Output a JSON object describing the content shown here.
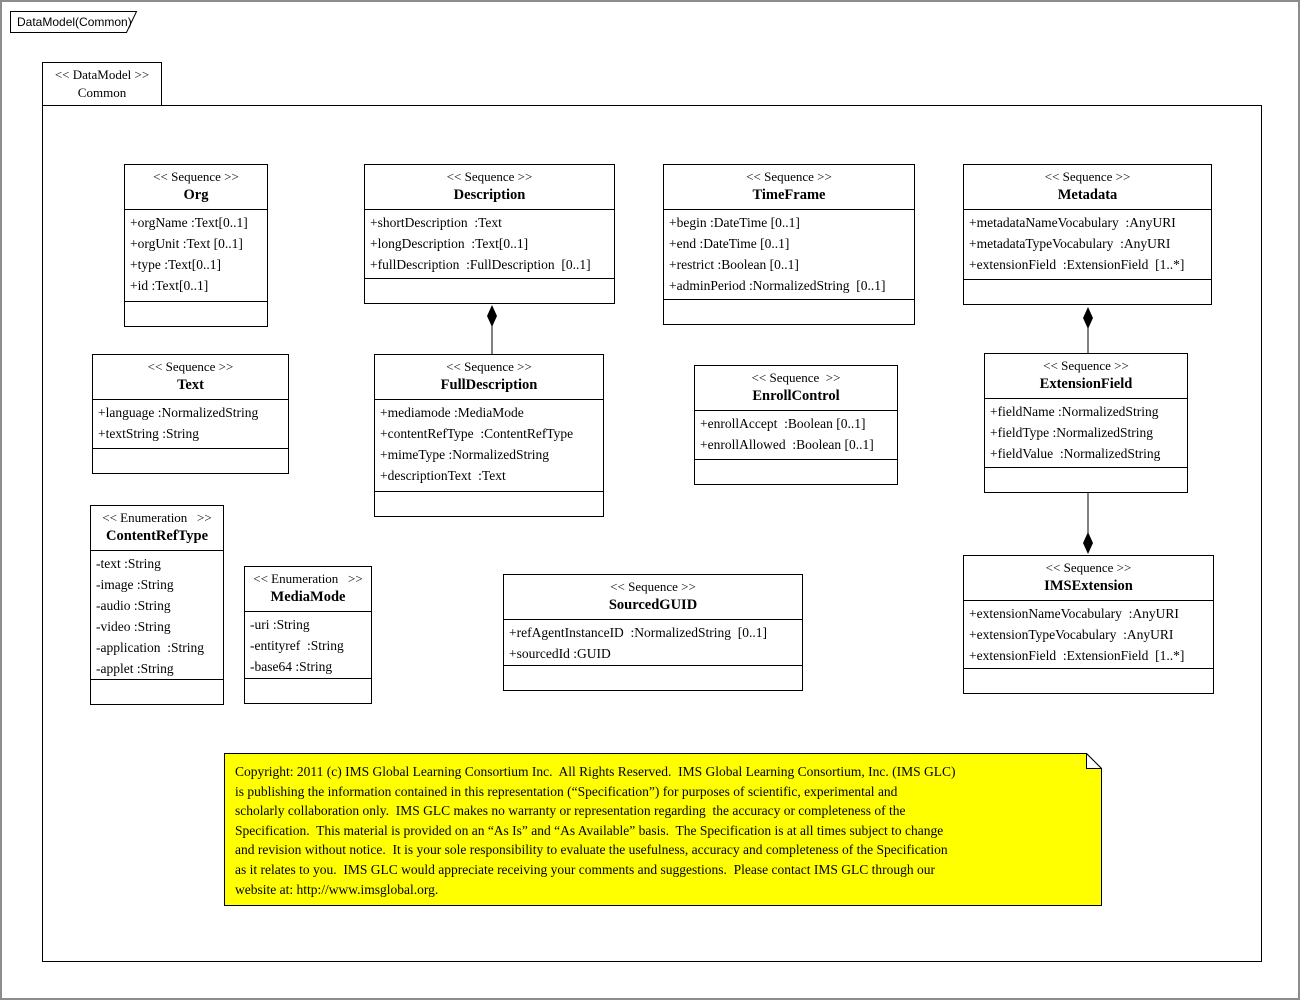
{
  "tab_label": "DataModel(Common)",
  "package": {
    "stereotype": "<< DataModel >>",
    "name": "Common"
  },
  "classes": {
    "org": {
      "stereotype": "<< Sequence >>",
      "name": "Org",
      "attributes": [
        "+orgName :Text[0..1]",
        "+orgUnit :Text [0..1]",
        "+type :Text[0..1]",
        "+id :Text[0..1]"
      ]
    },
    "description": {
      "stereotype": "<< Sequence >>",
      "name": "Description",
      "attributes": [
        "+shortDescription  :Text",
        "+longDescription  :Text[0..1]",
        "+fullDescription  :FullDescription  [0..1]"
      ]
    },
    "timeframe": {
      "stereotype": "<< Sequence >>",
      "name": "TimeFrame",
      "attributes": [
        "+begin :DateTime [0..1]",
        "+end :DateTime [0..1]",
        "+restrict :Boolean [0..1]",
        "+adminPeriod :NormalizedString  [0..1]"
      ]
    },
    "metadata": {
      "stereotype": "<< Sequence >>",
      "name": "Metadata",
      "attributes": [
        "+metadataNameVocabulary  :AnyURI",
        "+metadataTypeVocabulary  :AnyURI",
        "+extensionField  :ExtensionField  [1..*]"
      ]
    },
    "text": {
      "stereotype": "<< Sequence >>",
      "name": "Text",
      "attributes": [
        "+language :NormalizedString",
        "+textString :String"
      ]
    },
    "fulldescription": {
      "stereotype": "<< Sequence >>",
      "name": "FullDescription",
      "attributes": [
        "+mediamode :MediaMode",
        "+contentRefType  :ContentRefType",
        "+mimeType :NormalizedString",
        "+descriptionText  :Text"
      ]
    },
    "enrollcontrol": {
      "stereotype": "<< Sequence  >>",
      "name": "EnrollControl",
      "attributes": [
        "+enrollAccept  :Boolean [0..1]",
        "+enrollAllowed  :Boolean [0..1]"
      ]
    },
    "extensionfield": {
      "stereotype": "<< Sequence >>",
      "name": "ExtensionField",
      "attributes": [
        "+fieldName :NormalizedString",
        "+fieldType :NormalizedString",
        "+fieldValue  :NormalizedString"
      ]
    },
    "contentreftype": {
      "stereotype": "<< Enumeration   >>",
      "name": "ContentRefType",
      "attributes": [
        "-text :String",
        "-image :String",
        "-audio :String",
        "-video :String",
        "-application  :String",
        "-applet :String"
      ]
    },
    "mediamode": {
      "stereotype": "<< Enumeration   >>",
      "name": "MediaMode",
      "attributes": [
        "-uri :String",
        "-entityref  :String",
        "-base64 :String"
      ]
    },
    "sourcedguid": {
      "stereotype": "<< Sequence >>",
      "name": "SourcedGUID",
      "attributes": [
        "+refAgentInstanceID  :NormalizedString  [0..1]",
        "+sourcedId :GUID"
      ]
    },
    "imsextension": {
      "stereotype": "<< Sequence >>",
      "name": "IMSExtension",
      "attributes": [
        "+extensionNameVocabulary  :AnyURI",
        "+extensionTypeVocabulary  :AnyURI",
        "+extensionField  :ExtensionField  [1..*]"
      ]
    }
  },
  "relationships": [
    {
      "type": "composition",
      "owner": "Description",
      "part": "FullDescription"
    },
    {
      "type": "composition",
      "owner": "Metadata",
      "part": "ExtensionField"
    },
    {
      "type": "composition",
      "owner": "IMSExtension",
      "part": "ExtensionField"
    }
  ],
  "note": {
    "background": "#FFFF00",
    "lines": [
      "Copyright: 2011 (c) IMS Global Learning Consortium Inc.  All Rights Reserved.  IMS Global Learning Consortium, Inc. (IMS GLC)",
      "is publishing the information contained in this representation (“Specification”) for purposes of scientific, experimental and",
      "scholarly collaboration only.  IMS GLC makes no warranty or representation regarding  the accuracy or completeness of the",
      "Specification.  This material is provided on an “As Is” and “As Available” basis.  The Specification is at all times subject to change",
      "and revision without notice.  It is your sole responsibility to evaluate the usefulness, accuracy and completeness of the Specification",
      "as it relates to you.  IMS GLC would appreciate receiving your comments and suggestions.  Please contact IMS GLC through our",
      "website at: http://www.imsglobal.org."
    ]
  }
}
